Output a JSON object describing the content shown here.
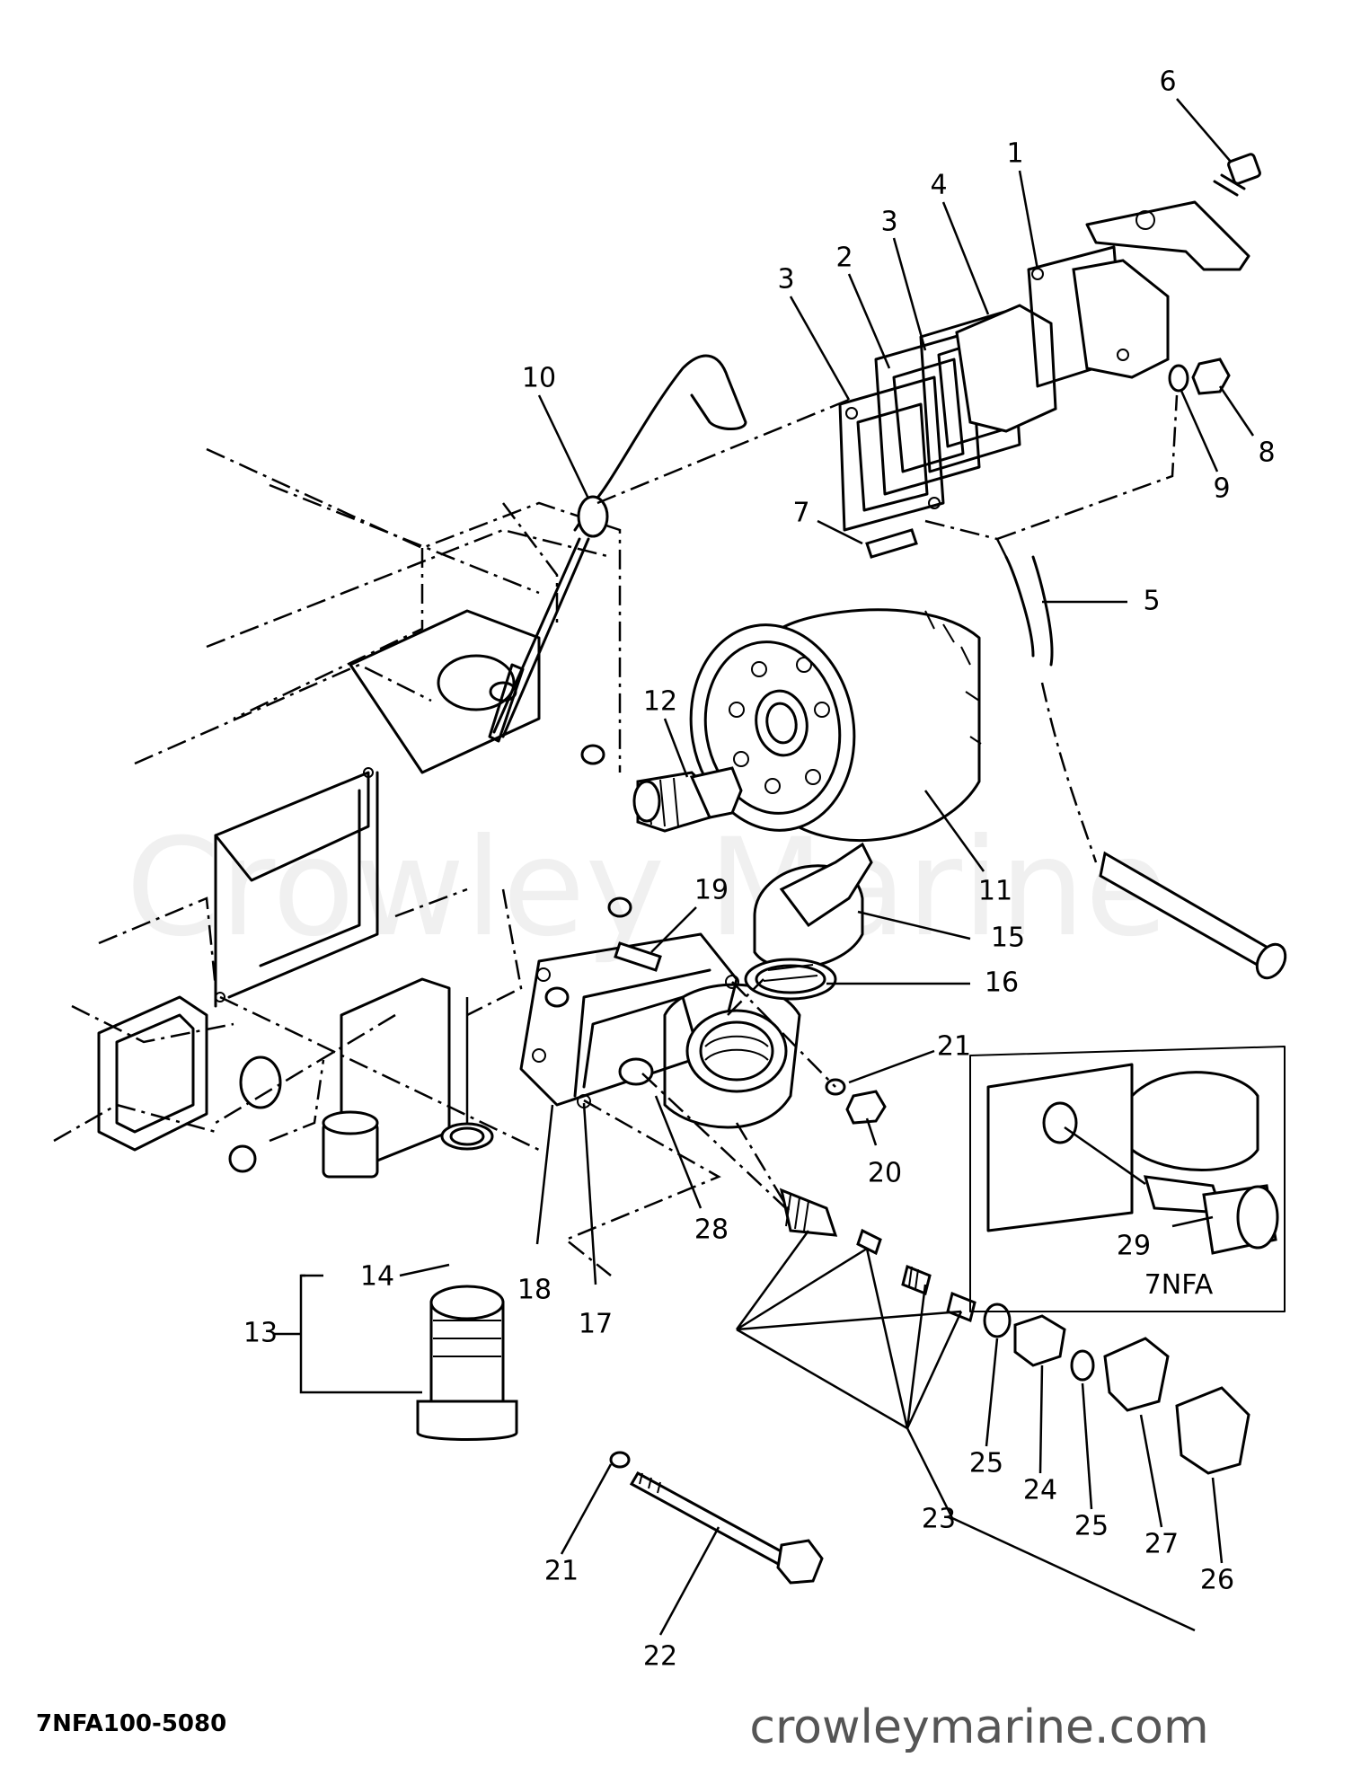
{
  "watermark": "Crowley Marine",
  "diagram_code": "7NFA100-5080",
  "site": "crowleymarine.com",
  "inset_label": "7NFA",
  "callouts": [
    "1",
    "2",
    "3",
    "3",
    "4",
    "5",
    "6",
    "7",
    "8",
    "9",
    "10",
    "11",
    "12",
    "13",
    "14",
    "15",
    "16",
    "17",
    "18",
    "19",
    "20",
    "21",
    "21",
    "22",
    "23",
    "24",
    "25",
    "25",
    "26",
    "27",
    "28",
    "29"
  ]
}
